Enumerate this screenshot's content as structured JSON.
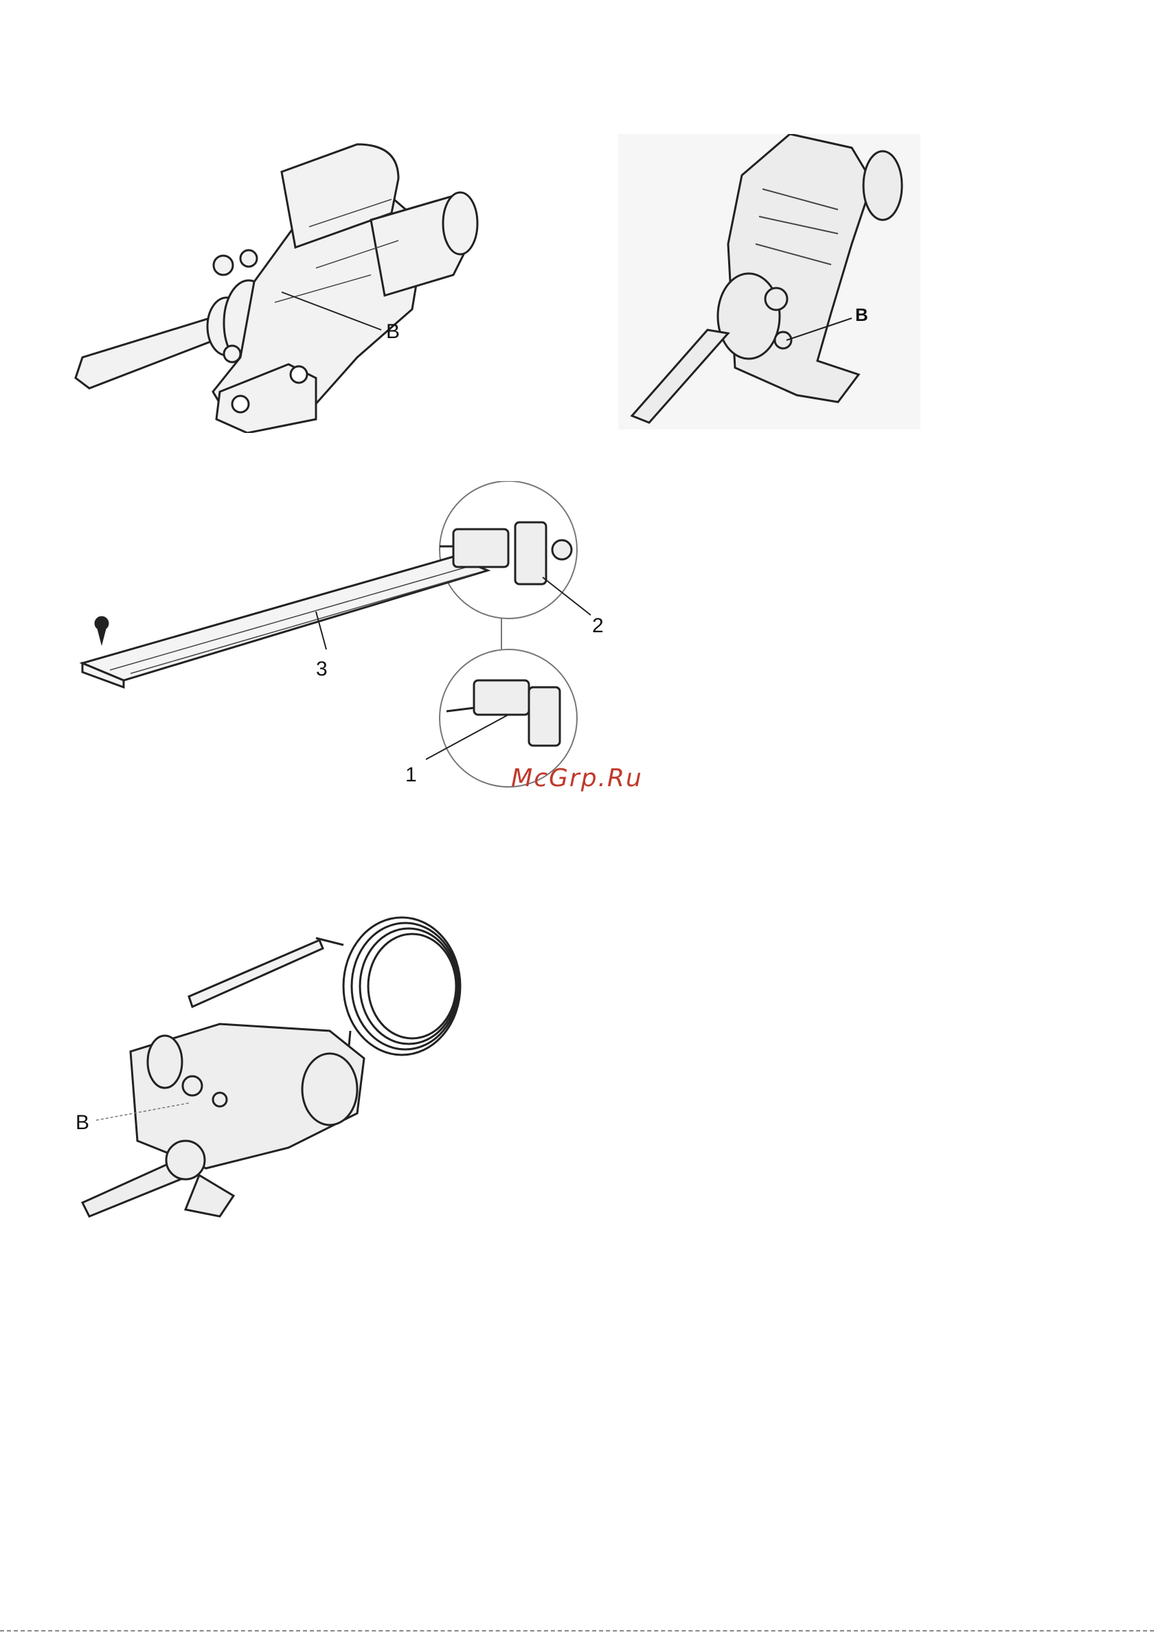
{
  "figures": {
    "valve_a": {
      "label_b": "B"
    },
    "valve_b": {
      "label_b": "B"
    },
    "thermocouple": {
      "label_1": "1",
      "label_2": "2",
      "label_3": "3"
    },
    "thermostat": {
      "label_b": "B"
    }
  },
  "watermark": "McGrp.Ru"
}
